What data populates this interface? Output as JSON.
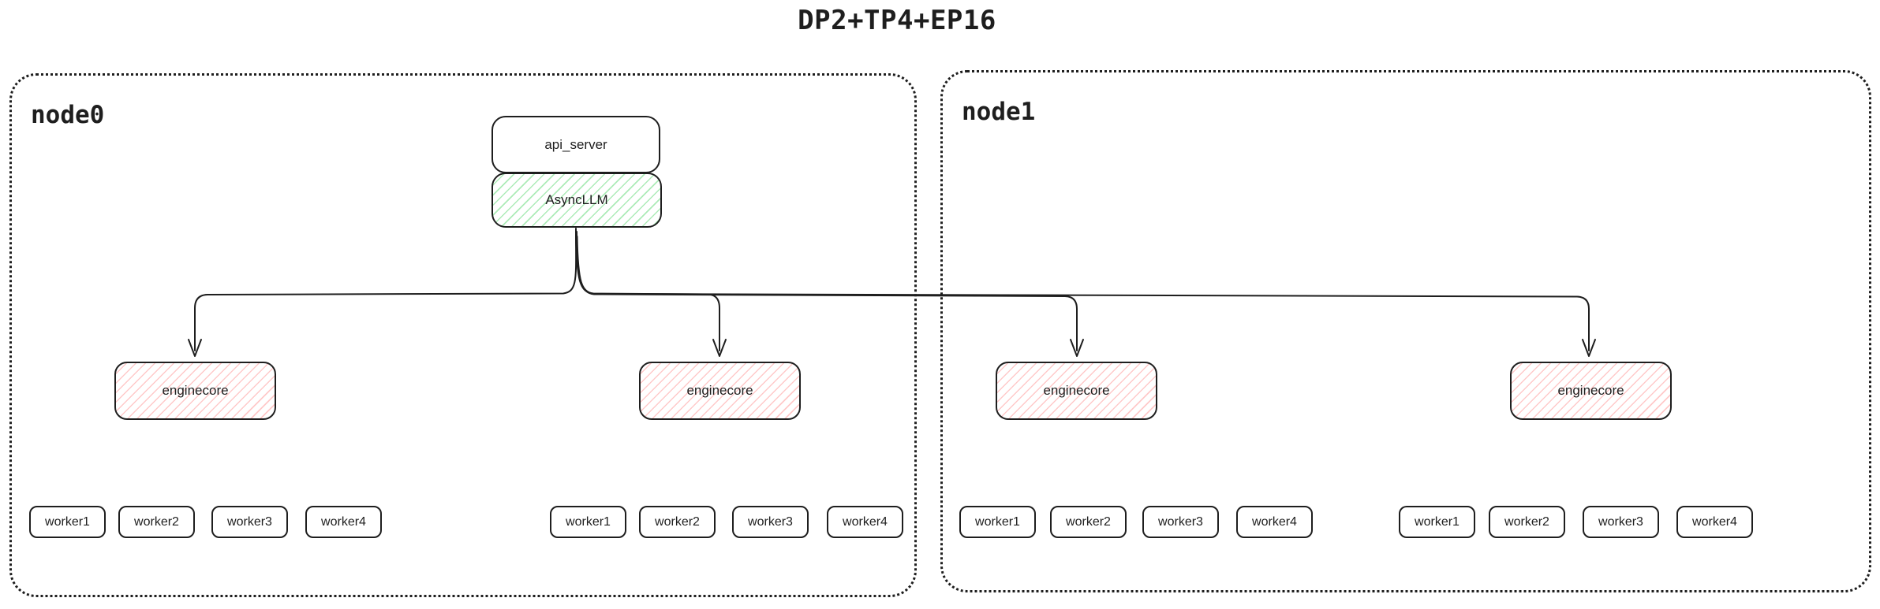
{
  "title": "DP2+TP4+EP16",
  "node0": {
    "label": "node0"
  },
  "node1": {
    "label": "node1"
  },
  "server_stack": {
    "api_server": "api_server",
    "async_llm": "AsyncLLM"
  },
  "enginecores": [
    "enginecore",
    "enginecore",
    "enginecore",
    "enginecore"
  ],
  "worker_groups": [
    [
      "worker1",
      "worker2",
      "worker3",
      "worker4"
    ],
    [
      "worker1",
      "worker2",
      "worker3",
      "worker4"
    ],
    [
      "worker1",
      "worker2",
      "worker3",
      "worker4"
    ],
    [
      "worker1",
      "worker2",
      "worker3",
      "worker4"
    ]
  ],
  "colors": {
    "stroke": "#1e1e1e",
    "async_llm_hatch": "#69db7c",
    "enginecore_hatch": "#ff8787",
    "background": "#ffffff"
  }
}
